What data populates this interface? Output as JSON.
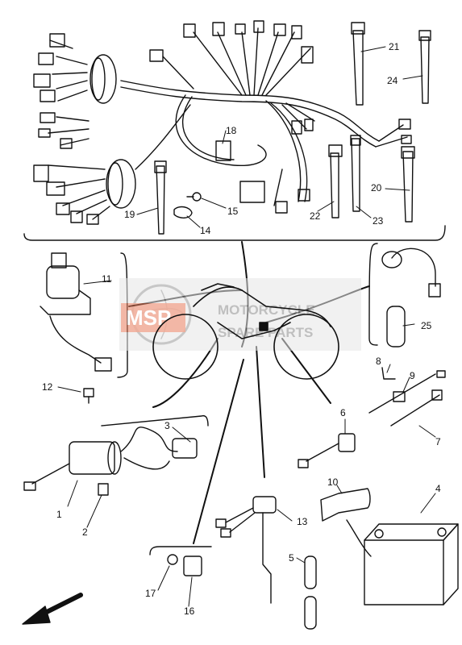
{
  "watermark": {
    "logo_text": "MSP",
    "line1": "MOTORCYCLE",
    "line2": "SPARE PARTS"
  },
  "callouts": {
    "c1": "1",
    "c2": "2",
    "c3": "3",
    "c4": "4",
    "c5": "5",
    "c6": "6",
    "c7": "7",
    "c8": "8",
    "c9": "9",
    "c10": "10",
    "c11": "11",
    "c12": "12",
    "c13": "13",
    "c14": "14",
    "c15": "15",
    "c16": "16",
    "c17": "17",
    "c18": "18",
    "c19": "19",
    "c20": "20",
    "c21": "21",
    "c22": "22",
    "c23": "23",
    "c24": "24",
    "c25": "25"
  },
  "colors": {
    "ink": "#111111",
    "watermark_red": "#e8643c",
    "watermark_gray": "#9a9a9a"
  },
  "icons": {
    "direction": "arrow-icon"
  }
}
